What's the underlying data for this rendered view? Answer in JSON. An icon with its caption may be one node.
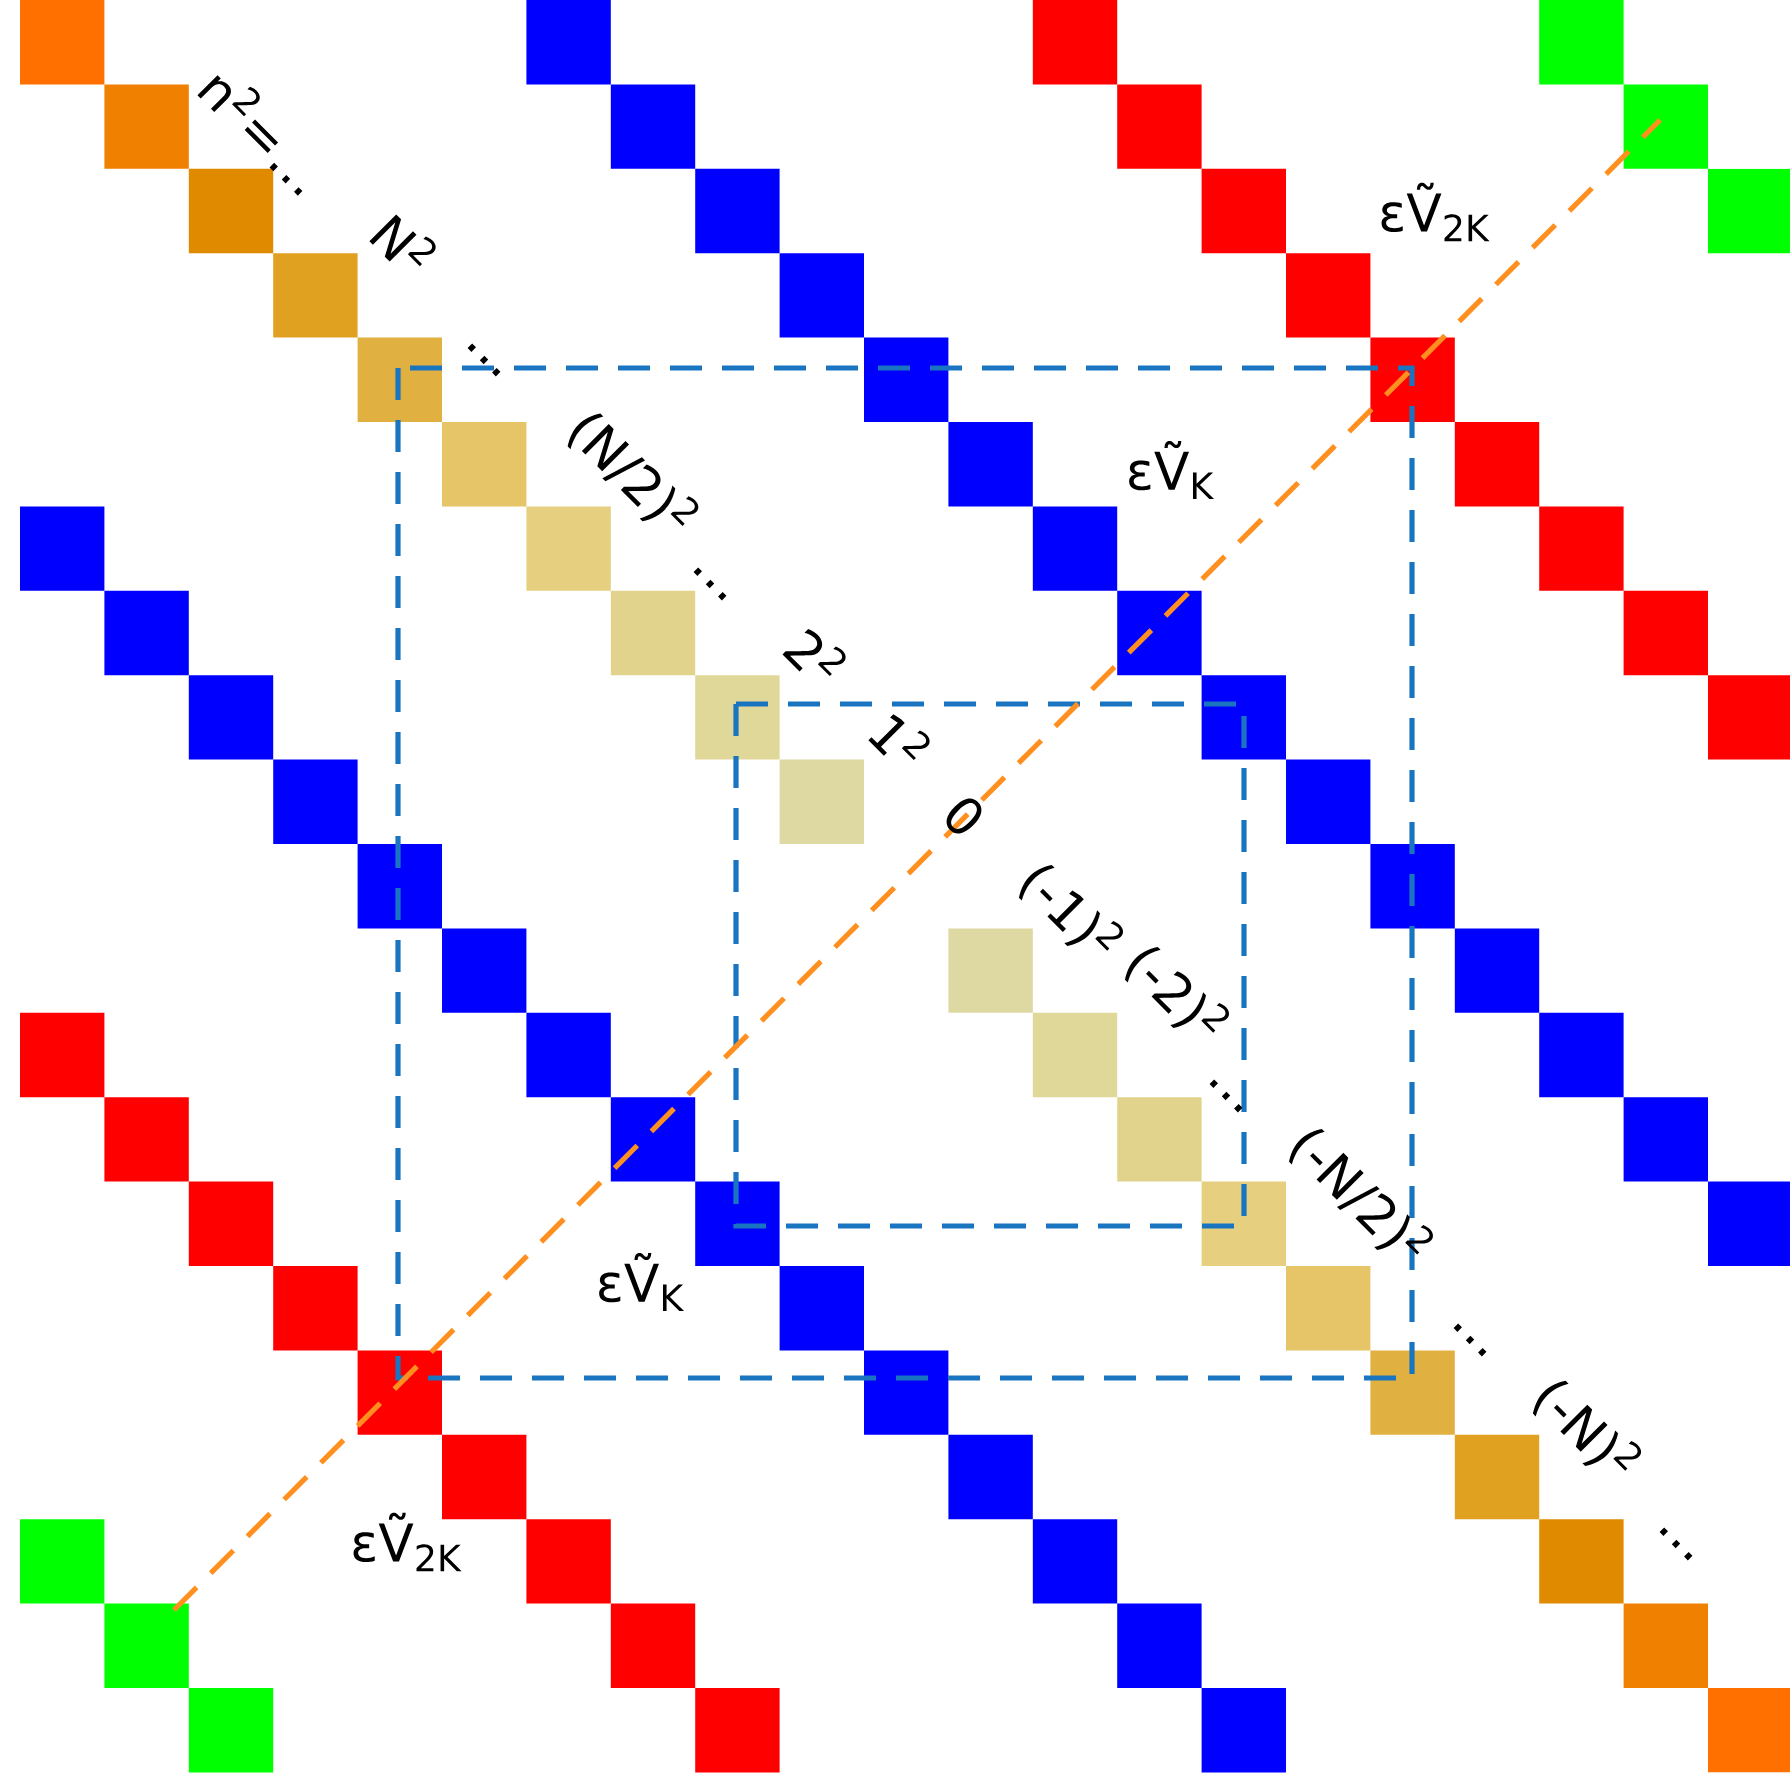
{
  "diagram": {
    "labels": [
      "n$^{2}$=…",
      "εṼ$_{2K}$",
      "N$^{2}$",
      "…",
      "(N/2)$^{2}$",
      "εṼ$_{K}$",
      "…",
      "2$^{2}$",
      "1$^{2}$",
      "0",
      "(-1)$^{2}$",
      "(-2)$^{2}$",
      "…",
      "(-N/2)$^{2}$",
      "εṼ$_{K}$",
      "…",
      "(-N)$^{2}$",
      "εṼ$_{2K}$",
      "…"
    ]
  }
}
